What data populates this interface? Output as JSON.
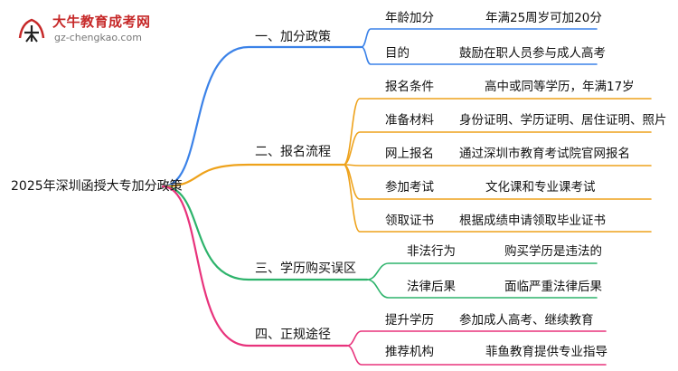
{
  "logo": {
    "name": "大牛教育成考网",
    "url": "gz-chengkao.com",
    "mark": "大牛"
  },
  "root": {
    "label": "2025年深圳函授大专加分政策"
  },
  "branches": [
    {
      "label": "一、加分政策",
      "color": "#3b82e8",
      "items": [
        {
          "label": "年龄加分",
          "value": "年满25周岁可加20分"
        },
        {
          "label": "目的",
          "value": "鼓励在职人员参与成人高考"
        }
      ]
    },
    {
      "label": "二、报名流程",
      "color": "#eea21b",
      "items": [
        {
          "label": "报名条件",
          "value": "高中或同等学历，年满17岁"
        },
        {
          "label": "准备材料",
          "value": "身份证明、学历证明、居住证明、照片"
        },
        {
          "label": "网上报名",
          "value": "通过深圳市教育考试院官网报名"
        },
        {
          "label": "参加考试",
          "value": "文化课和专业课考试"
        },
        {
          "label": "领取证书",
          "value": "根据成绩申请领取毕业证书"
        }
      ]
    },
    {
      "label": "三、学历购买误区",
      "color": "#2db36b",
      "items": [
        {
          "label": "非法行为",
          "value": "购买学历是违法的"
        },
        {
          "label": "法律后果",
          "value": "面临严重法律后果"
        }
      ]
    },
    {
      "label": "四、正规途径",
      "color": "#e8337c",
      "items": [
        {
          "label": "提升学历",
          "value": "参加成人高考、继续教育"
        },
        {
          "label": "推荐机构",
          "value": "菲鱼教育提供专业指导"
        }
      ]
    }
  ]
}
